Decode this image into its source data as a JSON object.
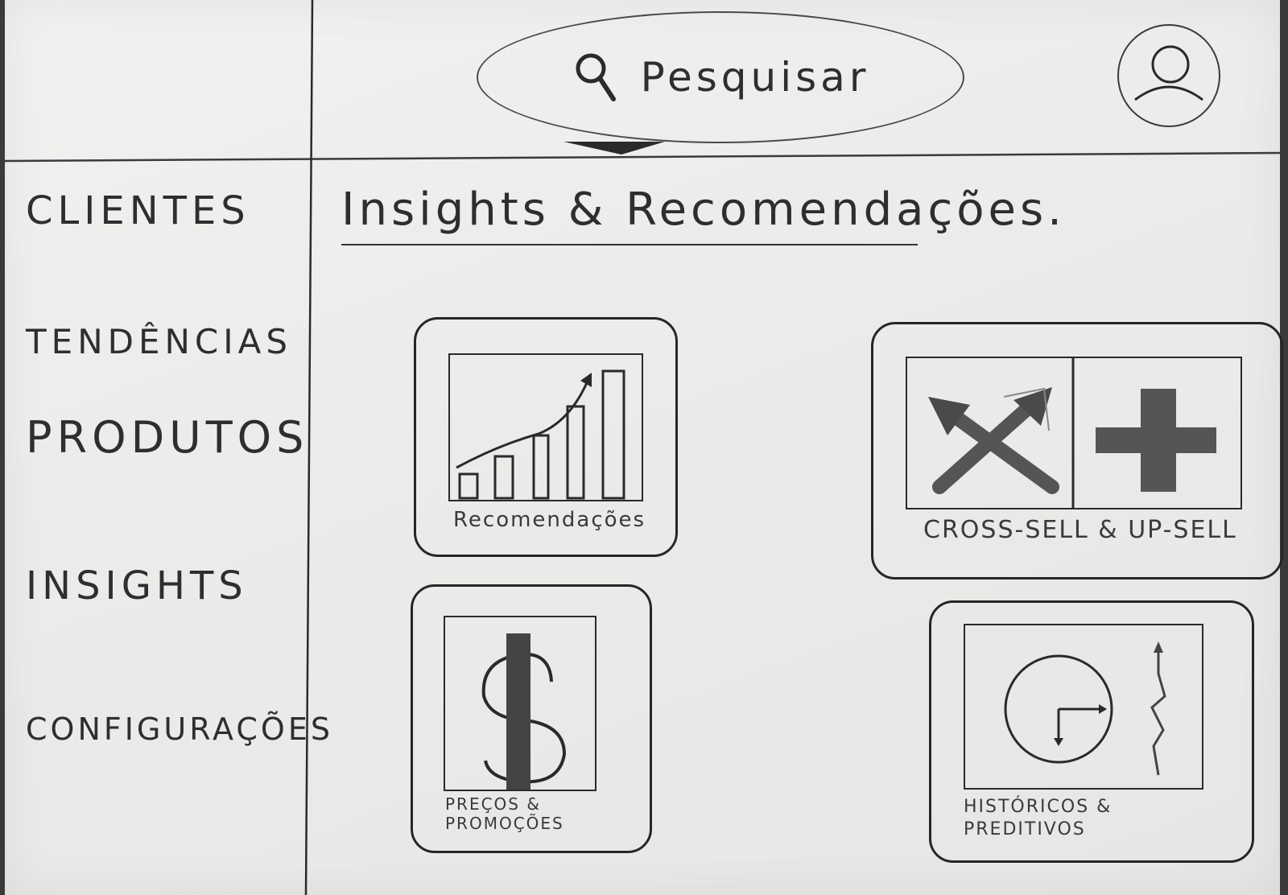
{
  "header": {
    "search": {
      "label": "Pesquisar",
      "icon": "search-icon"
    },
    "avatar_icon": "user-avatar-icon"
  },
  "sidebar": {
    "items": [
      {
        "label": "CLIENTES"
      },
      {
        "label": "TENDÊNCIAS"
      },
      {
        "label": "PRODUTOS"
      },
      {
        "label": "INSIGHTS"
      },
      {
        "label": "CONFIGURAÇÕES"
      }
    ]
  },
  "main": {
    "title": "Insights & Recomendações.",
    "cards": [
      {
        "label": "Recomendações",
        "icon": "growth-bar-chart-icon"
      },
      {
        "label": "CROSS-SELL & UP-SELL",
        "icon": "crossed-arrows-and-plus-icon"
      },
      {
        "label": "PREÇOS & PROMOÇÕES",
        "icon": "dollar-sign-icon"
      },
      {
        "label": "HISTÓRICOS & PREDITIVOS",
        "icon": "clock-and-trend-icon"
      }
    ]
  }
}
